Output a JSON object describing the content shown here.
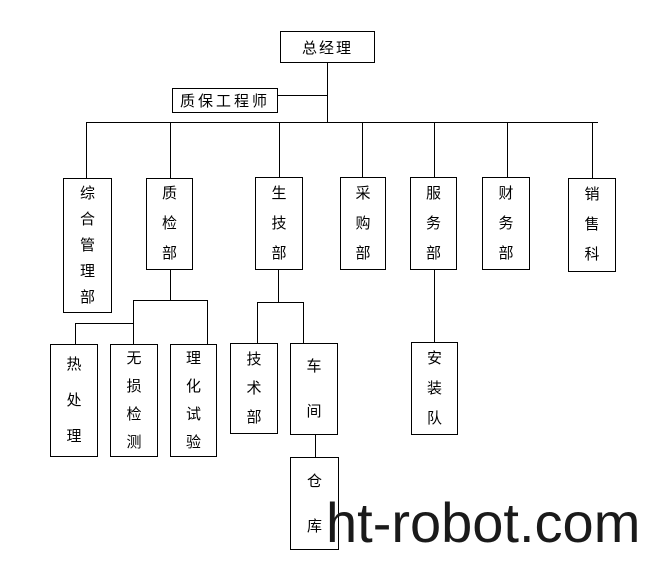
{
  "watermark": "ht-robot.com",
  "nodes": {
    "general_manager": "总经理",
    "qa_engineer": "质保工程师",
    "comprehensive_management_dept": "综合管理部",
    "quality_inspection_dept": "质检部",
    "production_tech_dept": "生技部",
    "purchasing_dept": "采购部",
    "service_dept": "服务部",
    "finance_dept": "财务部",
    "sales_section": "销售科",
    "heat_treatment": "热处理",
    "ndt_inspection": "无损检测",
    "physchem_test": "理化试验",
    "technology_dept": "技术部",
    "workshop": "车间",
    "installation_team": "安装队",
    "warehouse": "仓库"
  },
  "structure": {
    "root": "总经理",
    "staff_assistant": "质保工程师",
    "level2": [
      "综合管理部",
      "质检部",
      "生技部",
      "采购部",
      "服务部",
      "财务部",
      "销售科"
    ],
    "children": {
      "质检部": [
        "热处理",
        "无损检测",
        "理化试验"
      ],
      "生技部": [
        "技术部",
        "车间"
      ],
      "服务部": [
        "安装队"
      ],
      "车间": [
        "仓库"
      ]
    }
  }
}
